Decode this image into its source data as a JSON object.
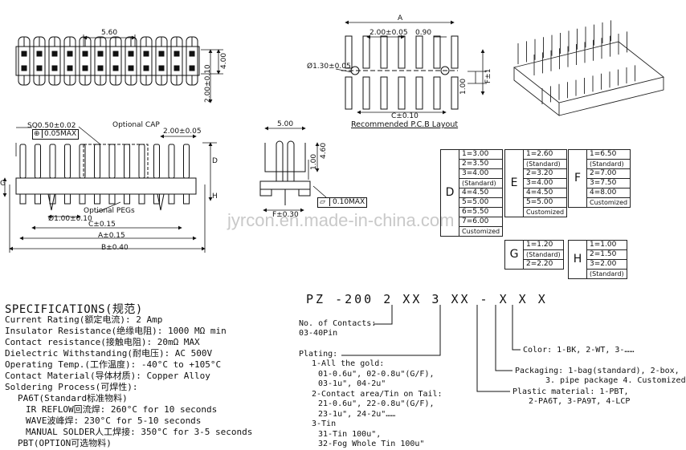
{
  "top_dims": {
    "pitch_560": "5.60",
    "h_400": "4.00",
    "h_200": "2.00±0.10",
    "A": "A",
    "pcb_200": "2.00±0.05",
    "pcb_090": "0.90",
    "hole": "Ø1.30±0.05",
    "pcb_100": "1.00",
    "pcb_f": "F±1",
    "pcb_c": "C±0.10",
    "pcb_title": "Recommended P.C.B Layout"
  },
  "side_dims": {
    "sq": "SQ0.50±0.02",
    "flat": "0.05MAX",
    "cap": "Optional CAP",
    "pitch": "2.00±0.05",
    "pegs": "Optional PEGs",
    "peg_dia": "Ø1.00±0.10",
    "c": "C±0.15",
    "a": "A±0.15",
    "b": "B±0.40",
    "g": "G",
    "h": "H",
    "d": "D",
    "end_500": "5.00",
    "end_460": "4.60",
    "end_100": "1.00",
    "end_flat": "0.10MAX",
    "end_f": "F±0.30"
  },
  "watermark": "jyrcon.en.made-in-china.com",
  "tables": {
    "D": {
      "letter": "D",
      "rows": [
        "1=3.00",
        "2=3.50",
        "3=4.00",
        "(Standard)",
        "4=4.50",
        "5=5.00",
        "6=5.50",
        "7=6.00",
        "Customized"
      ]
    },
    "E": {
      "letter": "E",
      "rows": [
        "1=2.60",
        "(Standard)",
        "2=3.20",
        "3=4.00",
        "4=4.50",
        "5=5.00",
        "Customized"
      ]
    },
    "F": {
      "letter": "F",
      "rows": [
        "1=6.50",
        "(Standard)",
        "2=7.00",
        "3=7.50",
        "4=8.00",
        "Customized"
      ]
    },
    "G": {
      "letter": "G",
      "rows": [
        "1=1.20",
        "(Standard)",
        "2=2.20"
      ]
    },
    "H": {
      "letter": "H",
      "rows": [
        "1=1.00",
        "2=1.50",
        "3=2.00",
        "(Standard)"
      ]
    }
  },
  "specs": {
    "title": "SPECIFICATIONS(规范)",
    "lines": [
      "Current Rating(额定电流): 2 Amp",
      "Insulator Resistance(绝缘电阻): 1000 MΩ min",
      "Contact resistance(接触电阻): 20mΩ MAX",
      "Dielectric Withstanding(耐电压): AC 500V",
      "Operating Temp.(工作温度): -40°C to +105°C",
      "Contact Material(导体材质): Copper Alloy",
      "Soldering Process(可焊性):",
      "PA6T(Standard标准物料)",
      "IR REFLOW回流焊: 260°C for 10 seconds",
      "WAVE波峰焊: 230°C for 5-10 seconds",
      "MANUAL SOLDER人工焊接: 350°C for 3-5 seconds",
      "PBT(OPTION可选物料)"
    ]
  },
  "part_number": {
    "code": "PZ -200 2 XX 3 XX - X X X",
    "contacts_label": "No. of Contacts:",
    "contacts_value": "03-40Pin",
    "plating_label": "Plating:",
    "plating_lines": [
      "1-All the gold:",
      "01-0.6u\", 02-0.8u\"(G/F),",
      "03-1u\", 04-2u\"",
      "2-Contact area/Tin on Tail:",
      "21-0.6u\", 22-0.8u\"(G/F),",
      "23-1u\", 24-2u\"……",
      "3-Tin",
      "31-Tin 100u\",",
      "32-Fog Whole Tin 100u\""
    ],
    "color": "Color: 1-BK, 2-WT, 3-……",
    "packaging_1": "Packaging: 1-bag(standard), 2-box,",
    "packaging_2": "3. pipe package 4. Customized",
    "plastic_1": "Plastic material: 1-PBT,",
    "plastic_2": "2-PA6T, 3-PA9T, 4-LCP"
  }
}
